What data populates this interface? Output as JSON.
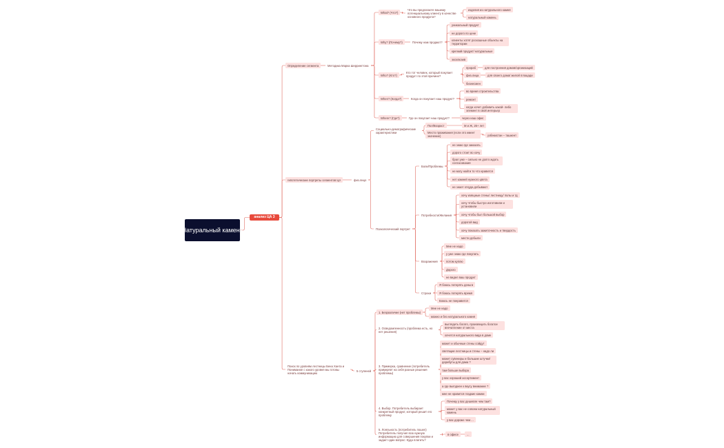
{
  "root": "Натуральный камень",
  "hub": "анализ ЦА 3",
  "branches": {
    "segmentation": "Определение сегмента",
    "mark_sherrington": "Методика Марка Шеррингтона",
    "what_q": "What? (Что?)",
    "what_a": "Что вы предлагаете вашему потенциальному клиенту в качестве основного продукта?",
    "what_1": "изделия из натурального камня",
    "what_2": "натуральный камень",
    "why_q": "Why? (Почему?)",
    "why_a": "Почему нам продают?",
    "why_1": "уникальный продукт",
    "why_2": "не дорого по цене",
    "why_3": "клиенты хотят роскошные объекты на территории",
    "why_4": "крепкий продукт/ натуральные",
    "why_5": "эксклюзив",
    "who_q": "Who? (Кто?)",
    "who_a": "Кто тот человек, который покупает продукт по этой причине?",
    "who_1": "прораб",
    "who_1a": "для построения домов/организаций",
    "who_2": "физ.лица",
    "who_2a": "для своего дома/ жилой площади",
    "who_3": "бизнесмен",
    "when_q": "When? (Когда?)",
    "when_a": "Когда он покупает наш продукт?",
    "when_1": "во время строительства",
    "when_2": "ремонт",
    "when_3": "когда хочет добавить какой- либо элемент в свой интерьер",
    "where_q": "Where? (Где?)",
    "where_a": "Где он покупает наш продукт?",
    "where_1": "через наш офис",
    "hypotheses": "гипотетические портреты сегментов ЦА",
    "phys": "физ.лицо",
    "socio": "Социально-демографические характеристики",
    "gender": "Пол/Возраст",
    "gender_v": "М и Ж, 26+ лет",
    "location": "Место проживания (если это имеет значение)",
    "location_v": "узбекистан – ташкент",
    "psycho": "Психологический портрет",
    "pains": "Боли/Проблемы",
    "pain_1": "не знаю где заказать",
    "pain_2": "дорого стоит во хочу",
    "pain_3": "брал уже – сильно не долго ждать согласования",
    "pain_4": "не могу найти то что нравится",
    "pain_5": "нет камней нужного цвета",
    "pain_6": "не знает откуда добывают",
    "needs": "Потребности/Желания",
    "need_1": "хочу изящные стены/ лестницу/ полы и тд",
    "need_2": "хочу чтобы быстро изготовили и установили",
    "need_3": "хочу чтобы был большой выбор",
    "need_4": "дорогой вид",
    "need_5": "хочу показать зажиточность и твердость",
    "need_6": "мести добыли",
    "objections": "Возражения",
    "obj_1": "Мне не надо",
    "obj_2": "у уже знаю где покупать",
    "obj_3": "потом куплю",
    "obj_4": "Дорого",
    "obj_5": "не видел ваш продукт",
    "fears": "Страхи",
    "fear_1": "Я боюсь потерять деньги",
    "fear_2": "Я боюсь потерять время",
    "fear_3": "Боюсь не понравится",
    "ladder_desc": "Поиск по уровням лестницы Бена Ханта и Понимание с какого уровня мы готовы начать коммуникацию",
    "levels": "5 ступеней",
    "lvl1": "1. Безразличие (нет проблемы)",
    "lvl1_a": "Мне не надо",
    "lvl1_b": "можно и без натурального камня",
    "lvl2": "2. Осведомленность (проблема есть, но нет решения)",
    "lvl2_a": "выглядеть богато, произвецить богатое впечатление от места",
    "lvl2_b": "хочется натурального вида в доме",
    "lvl3": "3. Примерка, сравнение (потребитель примеряет на себя разные решения проблемы)",
    "lvl3_a": "может и обычные стены сойдут",
    "lvl3_b": "светящие лестницы и стены – надо ли",
    "lvl3_c": "может сувениры и большие штучки/ дерибуты для дома ?",
    "lvl3_d": "там больше выбора",
    "lvl3_e": "у вас хороший ассортимент",
    "lvl3_f": "а где выгоднее к вкусу внимание ?",
    "lvl3_g": "мне не нравится гладкие камни",
    "lvl4": "4. Выбор. Потребитель выбирает конкретный продукт, который решит его проблему",
    "lvl4_a": "Почему у вас дешевле чем там?",
    "lvl4_b": "может у вас не совсем натуральный камень",
    "lvl4_c": "у вас дороже чем ...",
    "lvl5": "5. Лояльность (потребитель пошел) Потребитель получил всю нужную информацию для совершения покупки и задает один вопрос: Куда платить?",
    "lvl5_a": "в офисе",
    "lvl5_b": "..."
  }
}
